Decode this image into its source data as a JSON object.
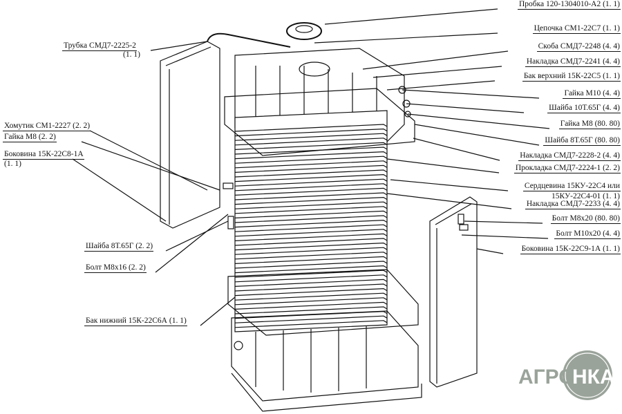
{
  "right_labels": [
    "Пробка 120-1304010-А2 (1. 1)",
    "Цепочка СМ1-22С7 (1. 1)",
    "Скоба СМД7-2248 (4. 4)",
    "Накладка СМД7-2241 (4. 4)",
    "Бак верхний 15К-22С5 (1. 1)",
    "Гайка М10 (4. 4)",
    "Шайба 10Т.65Г (4. 4)",
    "Гайка М8 (80. 80)",
    "Шайба 8Т.65Г (80. 80)",
    "Накладка СМД7-2228-2 (4. 4)",
    "Прокладка СМД7-2224-1 (2. 2)",
    "Сердцевина 15КУ-22С4 или",
    "15КУ-22С4-01 (1. 1)",
    "Накладка СМД7-2233 (4. 4)",
    "Болт М8х20 (80. 80)",
    "Болт М10х20 (4. 4)",
    "Боковина 15К-22С9-1А (1. 1)"
  ],
  "left_labels": [
    "Трубка СМД7-2225-2",
    "(1. 1)",
    "Хомутик СМ1-2227 (2. 2)",
    "Гайка М8 (2. 2)",
    "Боковина 15К-22С8-1А",
    "(1. 1)",
    "Шайба 8Т.65Г (2. 2)",
    "Болт М8х16 (2. 2)",
    "Бак нижний 15К-22С6А (1. 1)"
  ],
  "logo": {
    "text_left": "АГРО",
    "text_right": "НКА",
    "color": "#9aa39a"
  }
}
